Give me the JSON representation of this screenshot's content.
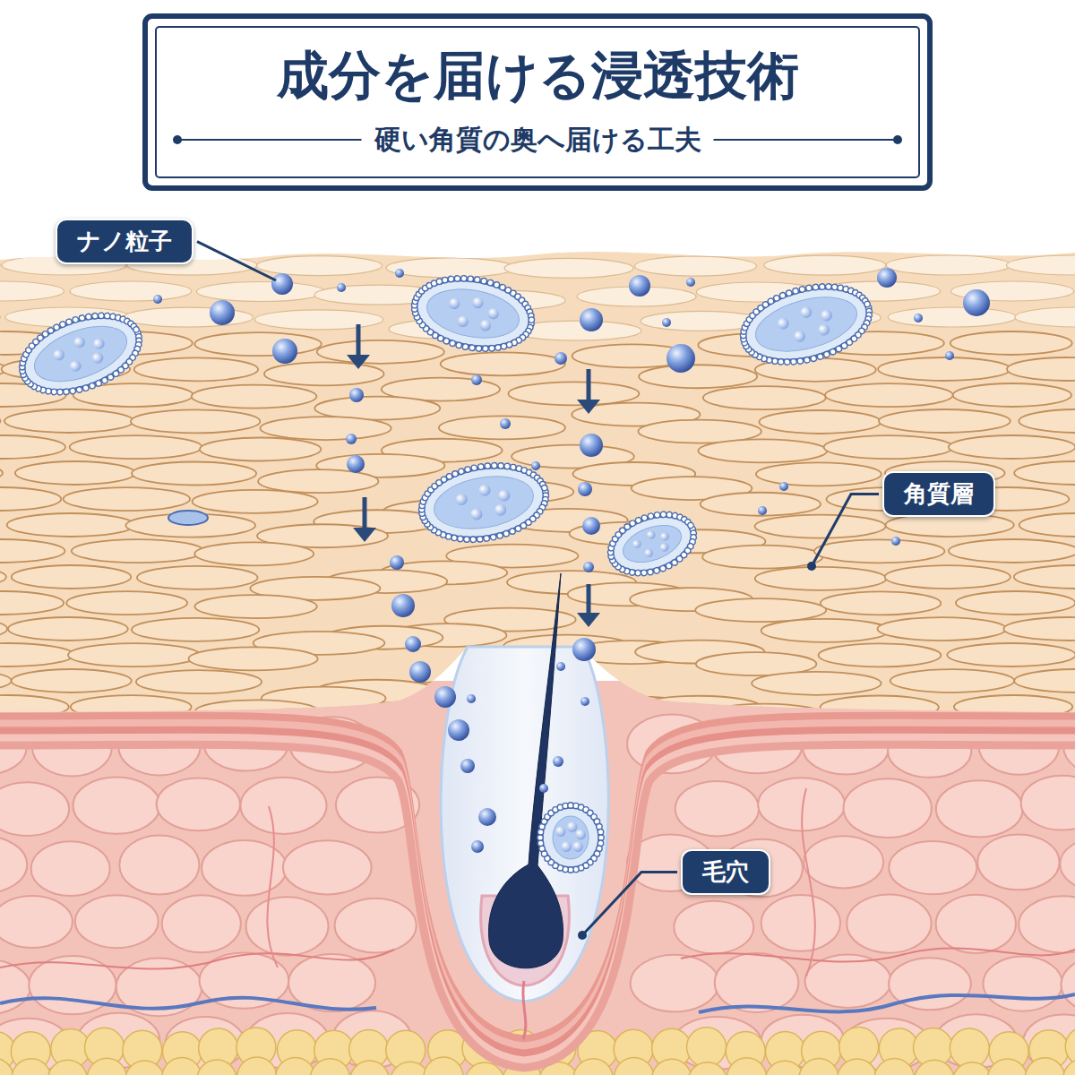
{
  "diagram": {
    "title": "成分を届ける浸透技術",
    "caption": "硬い角質の奥へ届ける工夫",
    "nodes": [
      {
        "text": [
          "ナノ粒子"
        ]
      },
      {
        "text": [
          "角質層"
        ]
      },
      {
        "text": [
          "毛穴"
        ]
      }
    ]
  }
}
